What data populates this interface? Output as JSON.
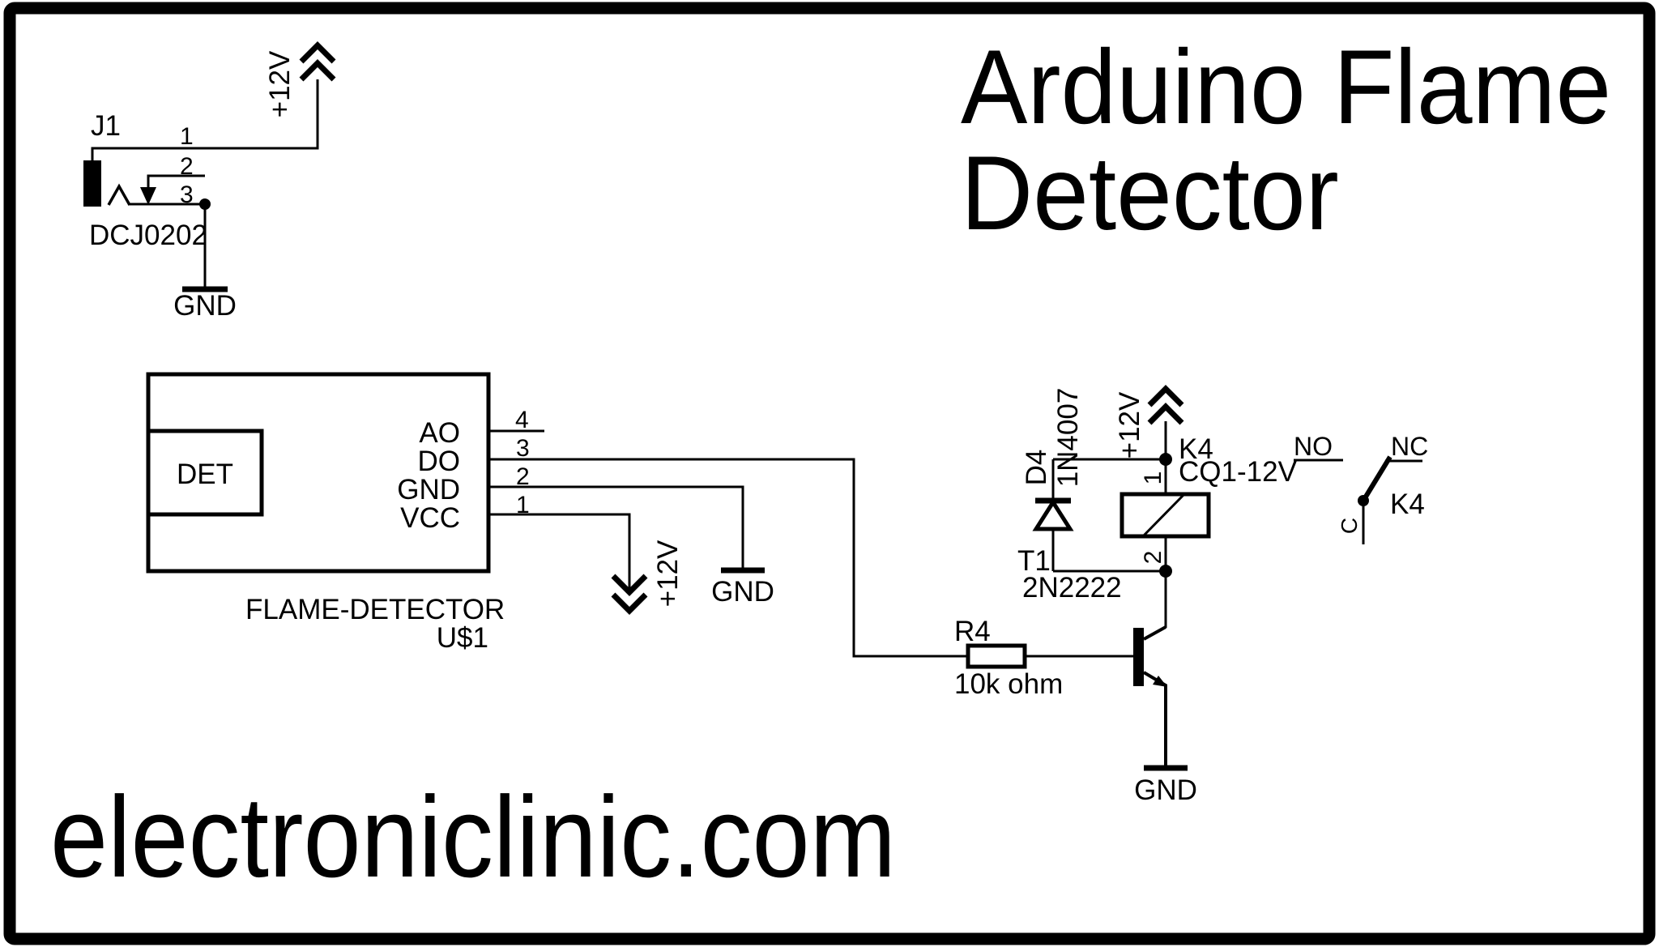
{
  "title": {
    "line1": "Arduino Flame",
    "line2": "Detector"
  },
  "watermark": "electroniclinic.com",
  "colors": {
    "ink": "#000000",
    "paper": "#ffffff"
  },
  "power_jack": {
    "ref": "J1",
    "value": "DCJ0202",
    "pin1": "1",
    "pin2": "2",
    "pin3": "3",
    "rail_label": "+12V",
    "gnd_label": "GND"
  },
  "detector": {
    "ref": "U$1",
    "value": "FLAME-DETECTOR",
    "block_label": "DET",
    "pins": [
      {
        "num": "4",
        "name": "AO"
      },
      {
        "num": "3",
        "name": "DO"
      },
      {
        "num": "2",
        "name": "GND"
      },
      {
        "num": "1",
        "name": "VCC"
      }
    ],
    "rail_label": "+12V",
    "gnd_label": "GND"
  },
  "resistor": {
    "ref": "R4",
    "value": "10k ohm"
  },
  "diode": {
    "ref": "D4",
    "value": "1N4007"
  },
  "transistor": {
    "ref": "T1",
    "value": "2N2222",
    "gnd_label": "GND"
  },
  "relay": {
    "ref": "K4",
    "value": "CQ1-12V",
    "rail_label": "+12V",
    "coil_pin1": "1",
    "coil_pin2": "2",
    "contact_no": "NO",
    "contact_nc": "NC",
    "contact_c": "C",
    "contact_ref": "K4"
  }
}
